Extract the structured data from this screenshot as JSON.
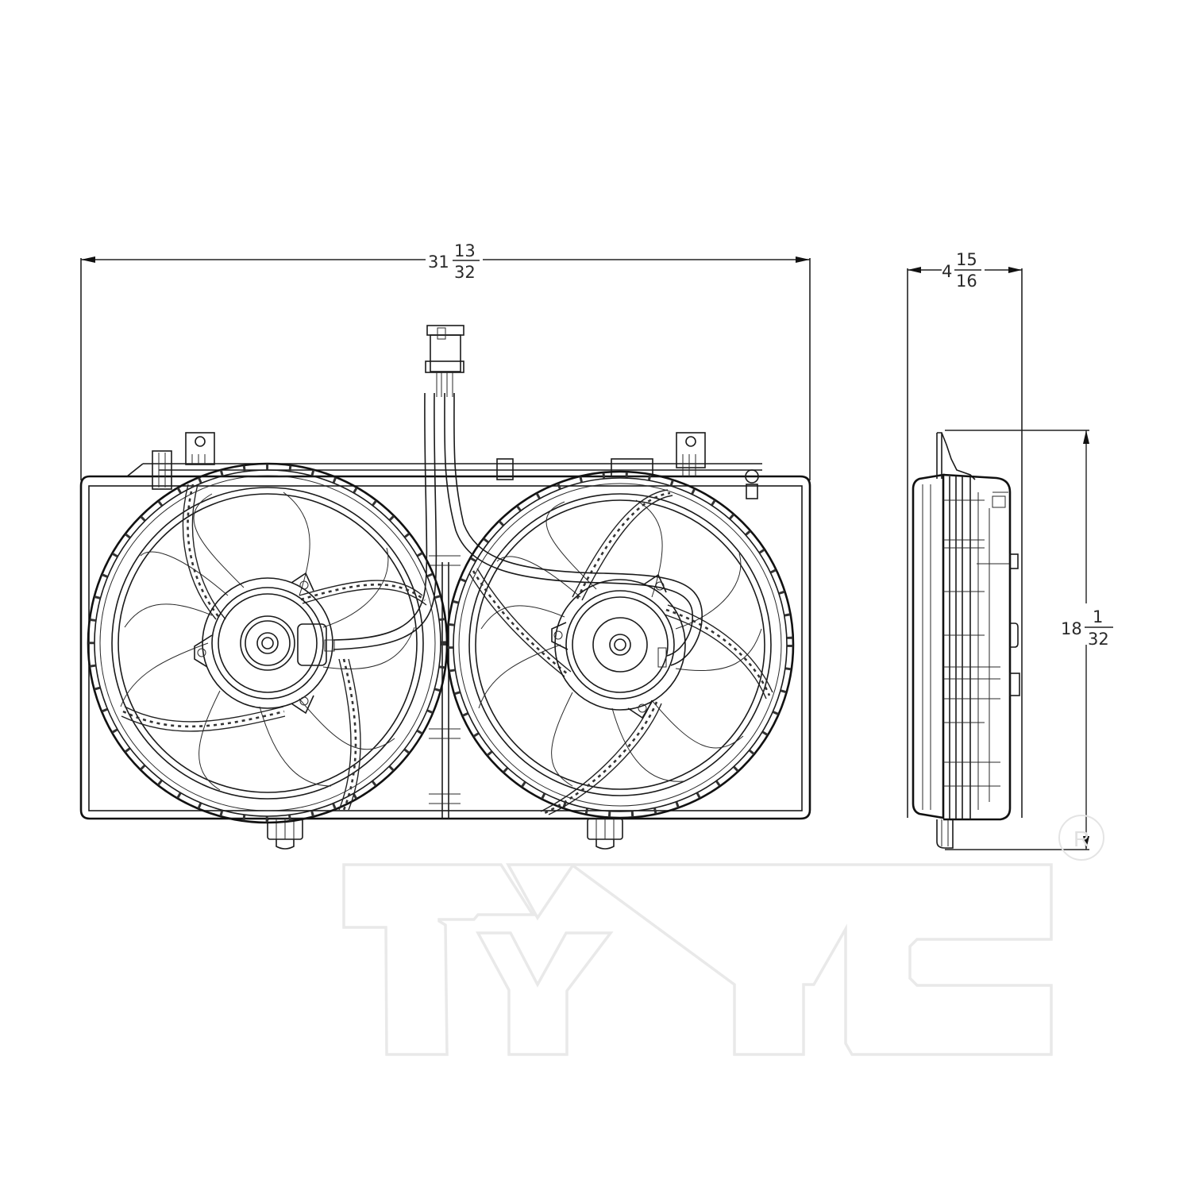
{
  "drawing": {
    "subject": "Dual radiator cooling fan assembly",
    "views": [
      {
        "name": "front-view",
        "description": "Shroud with two fans, motors, wiring harness and connector"
      },
      {
        "name": "side-view",
        "description": "Profile of shroud and fan assembly"
      }
    ]
  },
  "dimensions": {
    "width": {
      "whole": "31",
      "numerator": "13",
      "denominator": "32",
      "full": "31 13/32"
    },
    "depth": {
      "whole": "4",
      "numerator": "15",
      "denominator": "16",
      "full": "4 15/16"
    },
    "height": {
      "whole": "18",
      "numerator": "1",
      "denominator": "32",
      "full": "18 1/32"
    }
  },
  "watermark": {
    "brand": "TYC",
    "registered_mark": "R"
  },
  "colors": {
    "line": "#1a1a1a",
    "background": "#ffffff",
    "watermark_outline": "#e9e9e9"
  }
}
